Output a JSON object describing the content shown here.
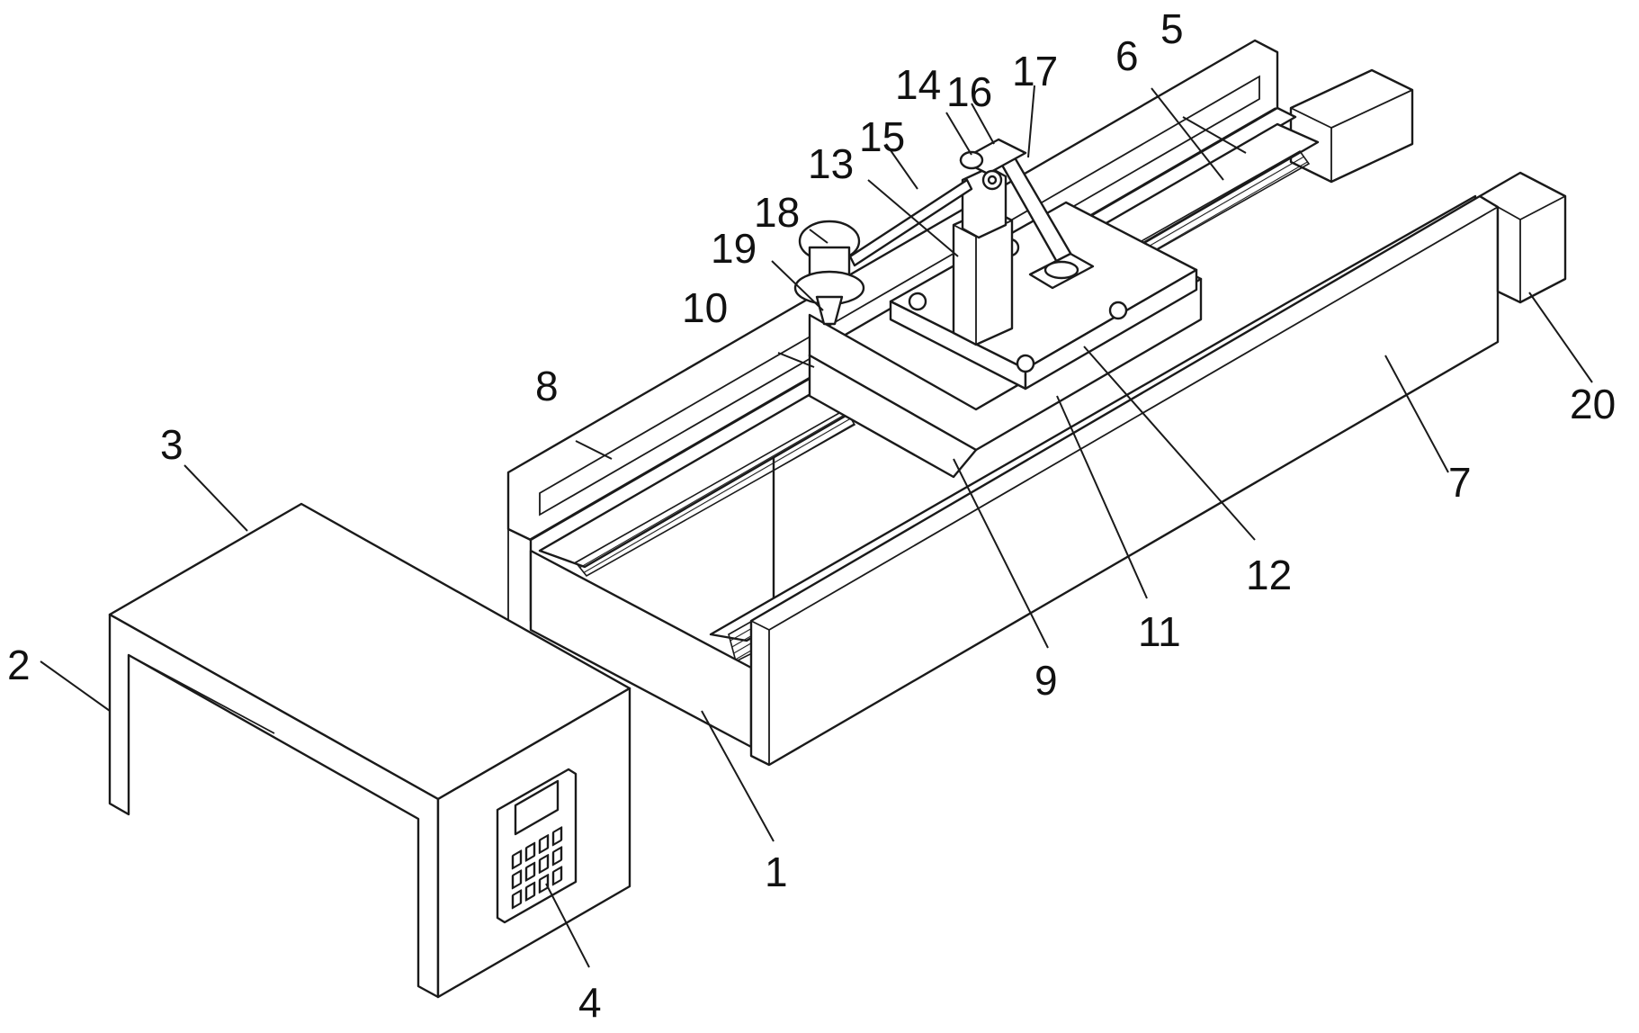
{
  "labels": {
    "l1": "1",
    "l2": "2",
    "l3": "3",
    "l4": "4",
    "l5": "5",
    "l6": "6",
    "l7": "7",
    "l8": "8",
    "l9": "9",
    "l10": "10",
    "l11": "11",
    "l12": "12",
    "l13": "13",
    "l14": "14",
    "l15": "15",
    "l16": "16",
    "l17": "17",
    "l18": "18",
    "l19": "19",
    "l20": "20"
  },
  "colors": {
    "line": "#1a1a1a",
    "fill": "#ffffff",
    "background": "#ffffff"
  }
}
